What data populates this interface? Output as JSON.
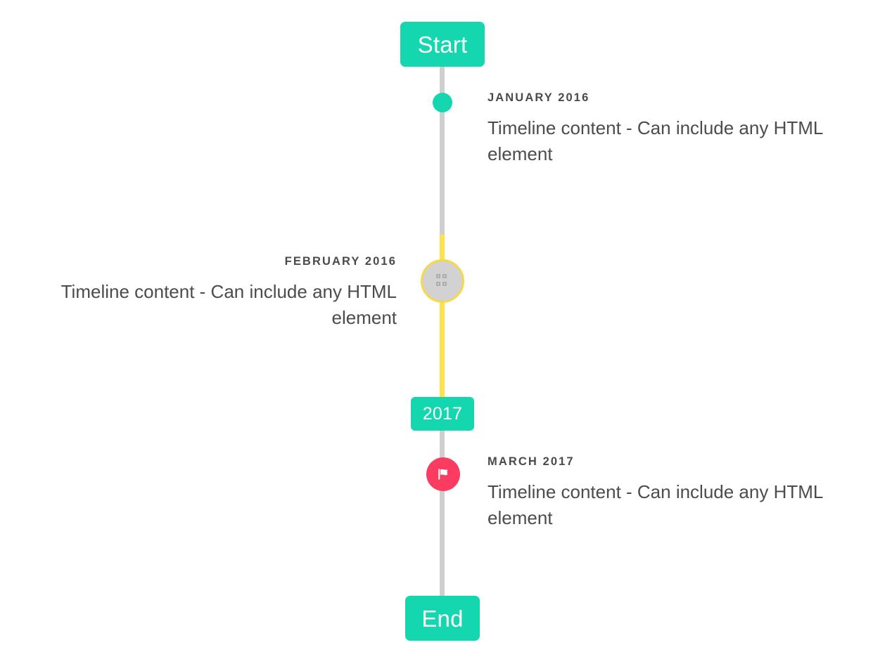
{
  "timeline": {
    "start_label": "Start",
    "mid_label": "2017",
    "end_label": "End",
    "colors": {
      "accent_teal": "#14d7b0",
      "line_gray": "#cfcfcf",
      "line_yellow": "#ffe04d",
      "marker_pink": "#fb3b5f",
      "marker_gray": "#d2d2d2",
      "marker_ring_yellow": "#f5d94a",
      "text_dark": "#4a4a4a",
      "background": "#ffffff"
    },
    "entries": [
      {
        "date": "JANUARY 2016",
        "body": "Timeline content - Can include any HTML element",
        "side": "right",
        "marker": "dot-icon"
      },
      {
        "date": "FEBRUARY 2016",
        "body": "Timeline content - Can include any HTML element",
        "side": "left",
        "marker": "broken-image-icon"
      },
      {
        "date": "MARCH 2017",
        "body": "Timeline content - Can include any HTML element",
        "side": "right",
        "marker": "flag-icon"
      }
    ]
  }
}
